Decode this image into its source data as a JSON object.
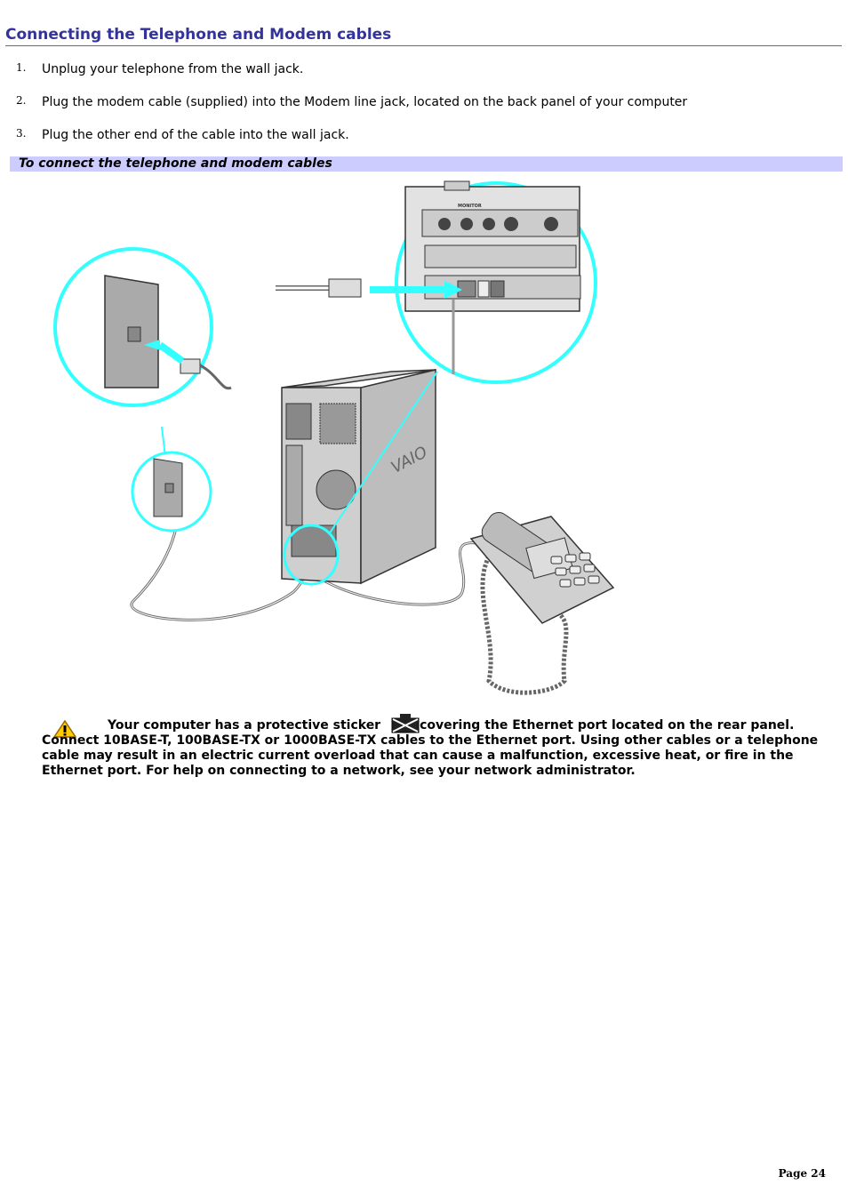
{
  "title": "Connecting the Telephone and Modem cables",
  "steps": [
    {
      "num": "1.",
      "text": "Unplug your telephone from the wall jack."
    },
    {
      "num": "2.",
      "text": "Plug the modem cable (supplied) into the Modem line jack, located on the back panel of your computer"
    },
    {
      "num": "3.",
      "text": "Plug the other end of the cable into the wall jack."
    }
  ],
  "subheading": "To connect the telephone and modem cables",
  "illustration": {
    "panel_label": "MONITOR",
    "brand_text": "VAIO",
    "callout_color": "#33ffff"
  },
  "warning": {
    "lead": "Your computer has a protective sticker",
    "rest": "covering the Ethernet port located on the rear panel. Connect 10BASE-T, 100BASE-TX or 1000BASE-TX cables to the Ethernet port. Using other cables or a telephone cable may result in an electric current overload that can cause a malfunction, excessive heat, or fire in the Ethernet port. For help on connecting to a network, see your network administrator."
  },
  "footer": {
    "page": "Page 24"
  }
}
